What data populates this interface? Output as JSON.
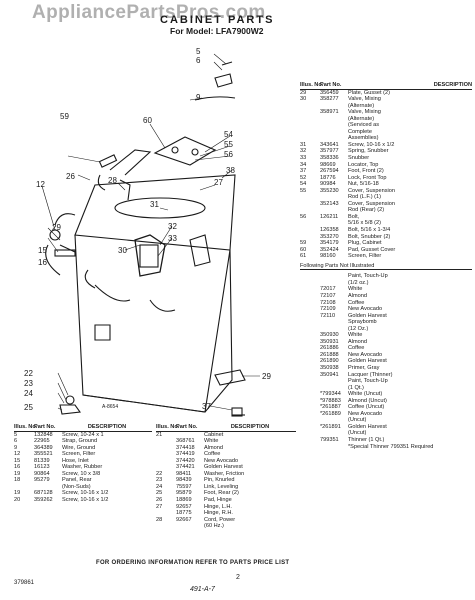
{
  "watermark": "AppliancePartsPros.com",
  "title": "CABINET PARTS",
  "model": "For Model: LFA7900W2",
  "figure_code": "A-8654",
  "callouts": [
    "5",
    "6",
    "9",
    "59",
    "60",
    "54",
    "55",
    "56",
    "12",
    "26",
    "28",
    "31",
    "38",
    "27",
    "29",
    "32",
    "33",
    "15",
    "16",
    "30",
    "22",
    "23",
    "24",
    "25",
    "37",
    "29"
  ],
  "table_right": {
    "headers": [
      "Illus. No.",
      "Part No.",
      "DESCRIPTION"
    ],
    "rows": [
      [
        "29",
        "356459",
        "Plate, Gusset (2)"
      ],
      [
        "30",
        "358277",
        "Valve, Mixing"
      ],
      [
        "",
        "",
        "(Alternate)"
      ],
      [
        "",
        "358971",
        "Valve, Mixing"
      ],
      [
        "",
        "",
        "(Alternate)"
      ],
      [
        "",
        "",
        "(Serviced as"
      ],
      [
        "",
        "",
        "Complete"
      ],
      [
        "",
        "",
        "Assemblies)"
      ],
      [
        "31",
        "343641",
        "Screw, 10-16 x 1/2"
      ],
      [
        "32",
        "357977",
        "Spring, Snubber"
      ],
      [
        "33",
        "358336",
        "Snubber"
      ],
      [
        "34",
        "98669",
        "Locator, Top"
      ],
      [
        "37",
        "267594",
        "Foot, Front (2)"
      ],
      [
        "52",
        "18776",
        "Lock, Front Top"
      ],
      [
        "54",
        "90984",
        "Nut, 5/16-18"
      ],
      [
        "55",
        "355230",
        "Cover, Suspension"
      ],
      [
        "",
        "",
        "Rod (L.F.) (1)"
      ],
      [
        "",
        "352143",
        "Cover, Suspension"
      ],
      [
        "",
        "",
        "Rod (Rear) (2)"
      ],
      [
        "56",
        "126211",
        "Bolt,"
      ],
      [
        "",
        "",
        "5/16 x 5/8 (2)"
      ],
      [
        "",
        "126358",
        "Bolt, 5/16 x 1-3/4"
      ],
      [
        "",
        "353270",
        "Bolt, Snubber (2)"
      ],
      [
        "59",
        "354179",
        "Plug, Cabinet"
      ],
      [
        "60",
        "352424",
        "Pad, Gusset Cover"
      ],
      [
        "61",
        "98160",
        "Screen, Filter"
      ]
    ],
    "following_note": "Following Parts Not Illustrated",
    "touchup_rows": [
      [
        "",
        "",
        "Paint, Touch-Up"
      ],
      [
        "",
        "",
        "(1/2 oz.)"
      ],
      [
        "",
        "72017",
        "White"
      ],
      [
        "",
        "72107",
        "Almond"
      ],
      [
        "",
        "72108",
        "Coffee"
      ],
      [
        "",
        "72109",
        "New Avocado"
      ],
      [
        "",
        "72110",
        "Golden Harvest"
      ],
      [
        "",
        "",
        "Spraybomb"
      ],
      [
        "",
        "",
        "(12 Oz.)"
      ],
      [
        "",
        "350930",
        "White"
      ],
      [
        "",
        "350931",
        "Almond"
      ],
      [
        "",
        "261886",
        "Coffee"
      ],
      [
        "",
        "261888",
        "New Avocado"
      ],
      [
        "",
        "261890",
        "Golden Harvest"
      ],
      [
        "",
        "350938",
        "Primer, Gray"
      ],
      [
        "",
        "350941",
        "Lacquer (Thinner)"
      ],
      [
        "",
        "",
        "Paint, Touch-Up"
      ],
      [
        "",
        "",
        "(1 Qt.)"
      ],
      [
        "",
        "*799344",
        "White (Uncut)"
      ],
      [
        "",
        "*978883",
        "Almond (Uncut)"
      ],
      [
        "",
        "*261887",
        "Coffee (Uncut)"
      ],
      [
        "",
        "*261889",
        "New Avocado"
      ],
      [
        "",
        "",
        "(Uncut)"
      ],
      [
        "",
        "*261891",
        "Golden Harvest"
      ],
      [
        "",
        "",
        "(Uncut)"
      ],
      [
        "",
        "799351",
        "Thinner (1 Qt.)"
      ],
      [
        "",
        "",
        "*Special Thinner 799351 Required"
      ]
    ]
  },
  "table_left": {
    "headers": [
      "Illus. No.",
      "Part No.",
      "DESCRIPTION"
    ],
    "rows": [
      [
        "5",
        "132848",
        "Screw, 10-24 x 1"
      ],
      [
        "6",
        "22965",
        "Strap, Ground"
      ],
      [
        "9",
        "364389",
        "Wire, Ground"
      ],
      [
        "12",
        "355521",
        "Screen, Filter"
      ],
      [
        "15",
        "81339",
        "Hose, Inlet"
      ],
      [
        "16",
        "16123",
        "Washer, Rubber"
      ],
      [
        "19",
        "90864",
        "Screw, 10 x 3/8"
      ],
      [
        "18",
        "95279",
        "Panel, Rear"
      ],
      [
        "",
        "",
        "(Non-Suds)"
      ],
      [
        "19",
        "687128",
        "Screw, 10-16 x 1/2"
      ],
      [
        "20",
        "359262",
        "Screw, 10-16 x 1/2"
      ]
    ]
  },
  "table_mid": {
    "headers": [
      "Illus. No.",
      "Part No.",
      "DESCRIPTION"
    ],
    "rows": [
      [
        "21",
        "",
        "Cabinet"
      ],
      [
        "",
        "368761",
        "White"
      ],
      [
        "",
        "374418",
        "Almond"
      ],
      [
        "",
        "374419",
        "Coffee"
      ],
      [
        "",
        "374420",
        "New Avocado"
      ],
      [
        "",
        "374421",
        "Golden Harvest"
      ],
      [
        "22",
        "98411",
        "Washer, Friction"
      ],
      [
        "23",
        "98439",
        "Pin, Knurled"
      ],
      [
        "24",
        "75597",
        "Link, Leveling"
      ],
      [
        "25",
        "95879",
        "Foot, Rear (2)"
      ],
      [
        "26",
        "18869",
        "Pad, Hinge"
      ],
      [
        "27",
        "92657",
        "Hinge, L.H."
      ],
      [
        "",
        "18775",
        "Hinge, R.H."
      ],
      [
        "28",
        "92667",
        "Cord, Power"
      ],
      [
        "",
        "",
        "(60 Hz.)"
      ]
    ]
  },
  "footer_notice": "FOR ORDERING INFORMATION REFER TO PARTS PRICE LIST",
  "page_number": "2",
  "doc_code": "379861",
  "handwritten_code": "491-A-7"
}
